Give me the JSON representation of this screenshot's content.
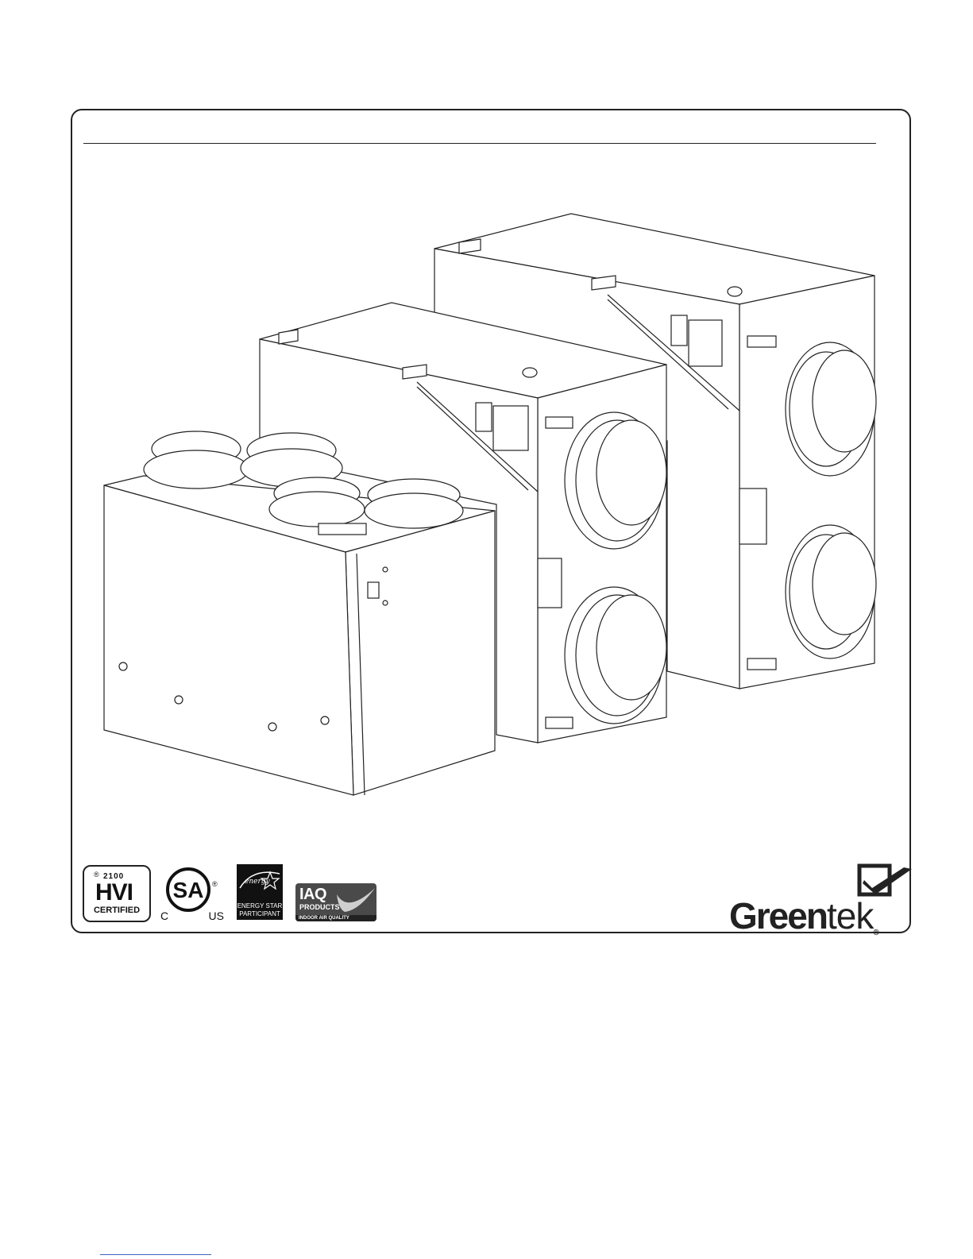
{
  "badges": {
    "hvi": {
      "reg": "®",
      "year": "2100",
      "word": "HVI",
      "certified": "CERTIFIED"
    },
    "csa": {
      "mark": "SA",
      "reg": "®",
      "left": "C",
      "right": "US"
    },
    "energy_star": {
      "script": "energy",
      "line1": "ENERGY STAR",
      "line2": "PARTICIPANT"
    },
    "iaq": {
      "line1": "IAQ",
      "line2": "PRODUCTS",
      "line3": "INDOOR AIR QUALITY"
    }
  },
  "brand": {
    "name_bold": "Green",
    "name_light": "tek",
    "reg": "®"
  },
  "icons": [
    "hvi-logo-icon",
    "csa-logo-icon",
    "energy-star-icon",
    "iaq-logo-icon",
    "greentek-checkbox-icon"
  ]
}
